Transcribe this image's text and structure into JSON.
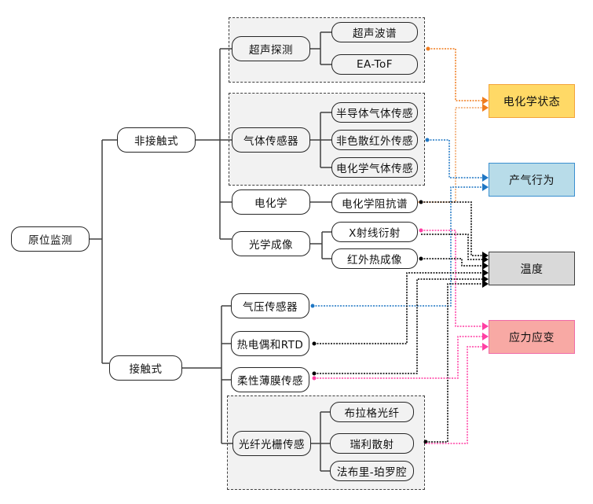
{
  "title": "原位监测分类图",
  "root": {
    "label": "原位监测"
  },
  "categories": [
    {
      "label": "非接触式"
    },
    {
      "label": "接触式"
    }
  ],
  "noncontact": {
    "ultrasonic": {
      "label": "超声探测",
      "children": [
        "超声波谱",
        "EA-ToF"
      ]
    },
    "gas": {
      "label": "气体传感器",
      "children": [
        "半导体气体传感",
        "非色散红外传感",
        "电化学气体传感"
      ]
    },
    "electrochem": {
      "label": "电化学",
      "children": [
        "电化学阻抗谱"
      ]
    },
    "optical": {
      "label": "光学成像",
      "children": [
        "X射线衍射",
        "红外热成像"
      ]
    }
  },
  "contact": {
    "pressure": {
      "label": "气压传感器"
    },
    "thermocouple": {
      "label": "热电偶和RTD"
    },
    "flexfilm": {
      "label": "柔性薄膜传感"
    },
    "fiber": {
      "label": "光纤光栅传感",
      "children": [
        "布拉格光纤",
        "瑞利散射",
        "法布里-珀罗腔"
      ]
    }
  },
  "targets": [
    {
      "label": "电化学状态",
      "fill": "#ffd966",
      "border": "#f4a33a"
    },
    {
      "label": "产气行为",
      "fill": "#b8dce9",
      "border": "#3a8fd0"
    },
    {
      "label": "温度",
      "fill": "#d9d9d9",
      "border": "#404040"
    },
    {
      "label": "应力应变",
      "fill": "#f8a9a4",
      "border": "#f06aa8"
    }
  ],
  "connector_colors": {
    "electrochemical_state": "#f07c1e",
    "gas_behavior": "#1f77c4",
    "temperature": "#000000",
    "stress_strain": "#ff3fa4"
  }
}
